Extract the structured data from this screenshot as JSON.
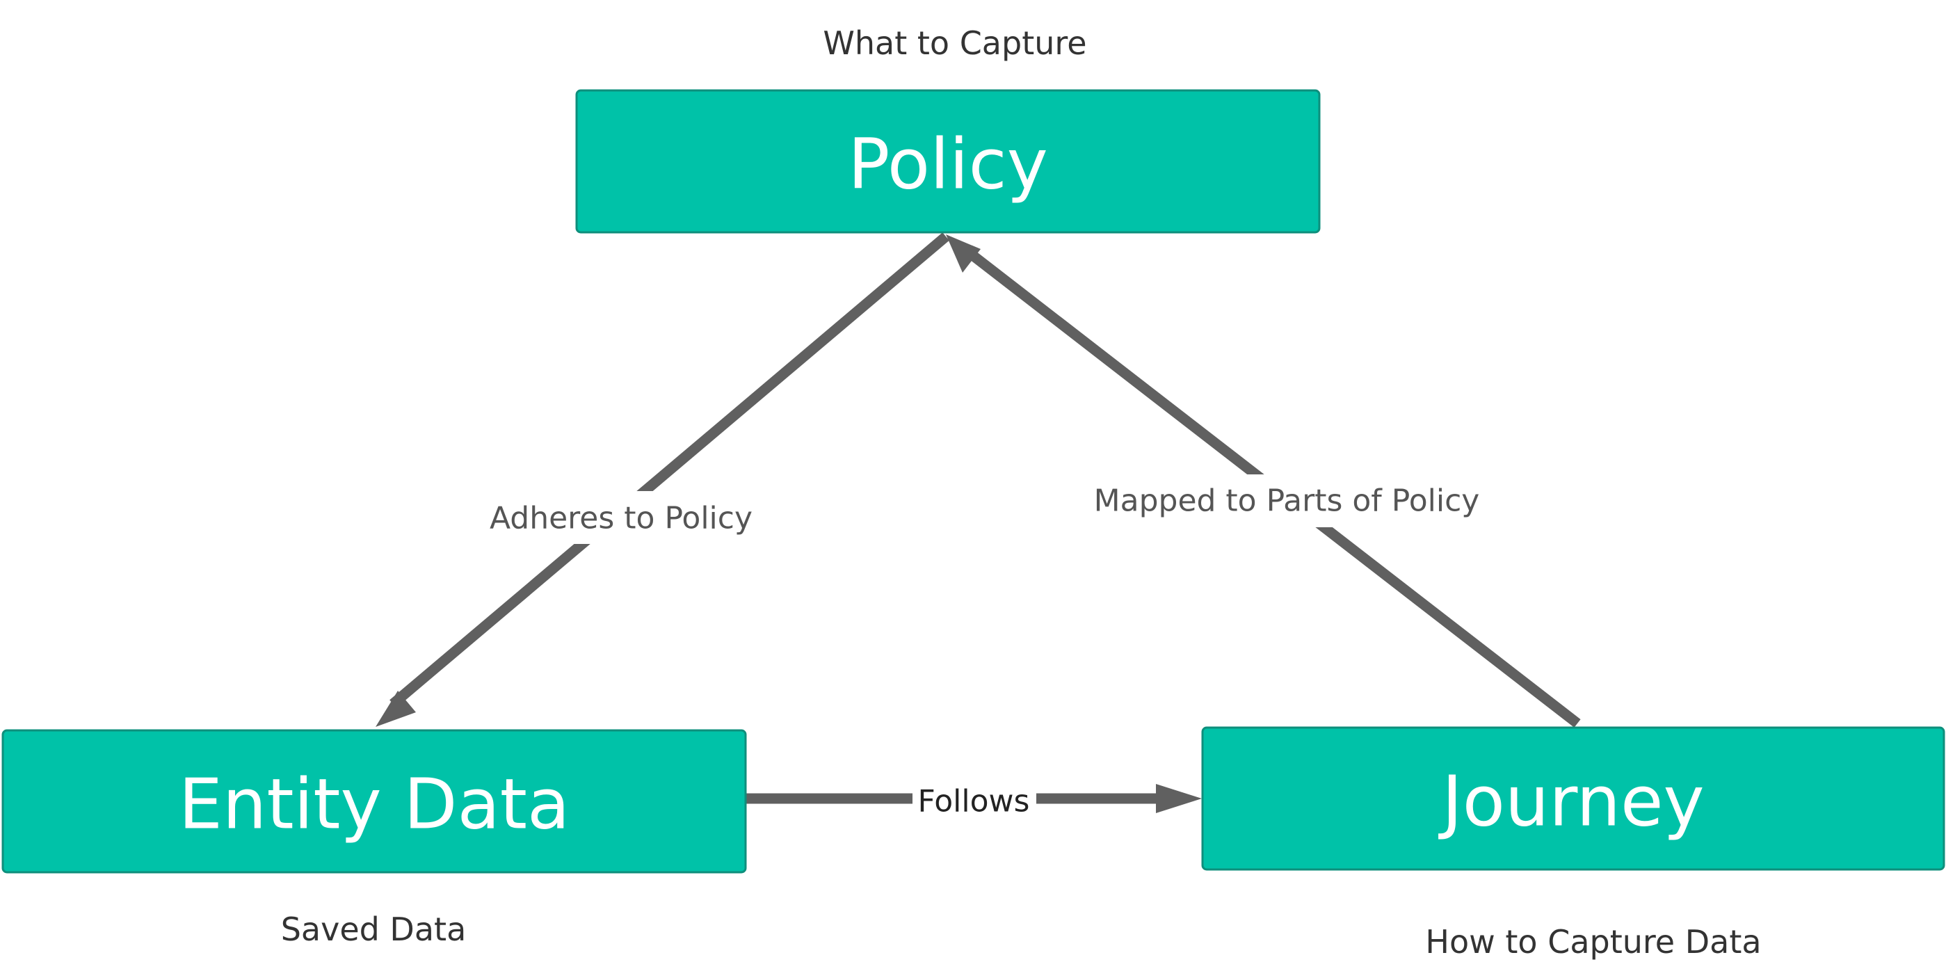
{
  "nodes": {
    "policy": {
      "label": "Policy",
      "caption": "What to Capture"
    },
    "entity": {
      "label": "Entity Data",
      "caption": "Saved Data"
    },
    "journey": {
      "label": "Journey",
      "caption": "How to Capture Data"
    }
  },
  "edges": {
    "adheres": {
      "label": "Adheres to Policy"
    },
    "mapped": {
      "label": "Mapped to Parts of Policy"
    },
    "follows": {
      "label": "Follows"
    }
  },
  "colors": {
    "node_fill": "#00c2a8",
    "node_border": "#0e8f7c",
    "edge": "#606060",
    "node_text": "#ffffff",
    "caption_text": "#333333"
  }
}
